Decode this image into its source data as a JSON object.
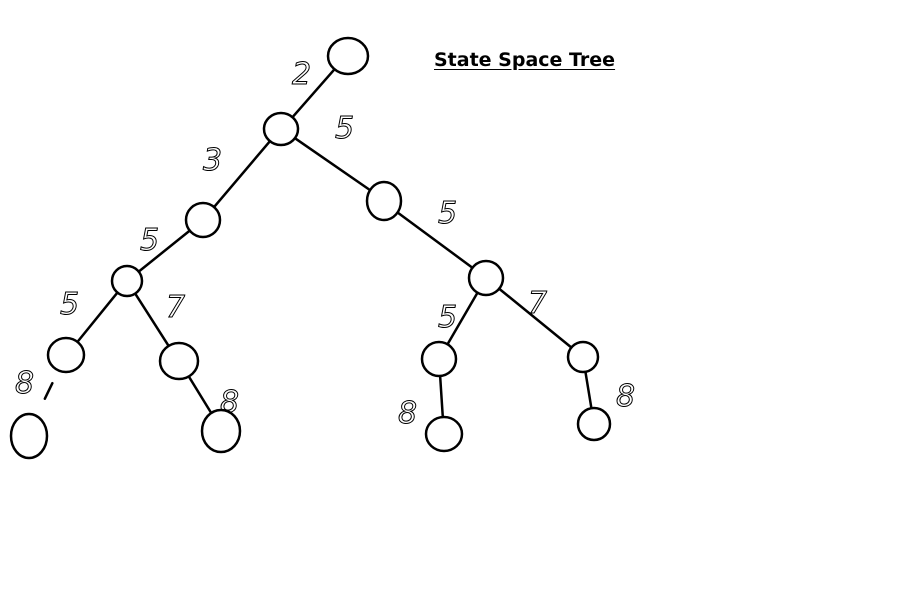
{
  "title": "State Space Tree",
  "colors": {
    "background": "#ffffff",
    "ink": "#000000"
  },
  "nodes": [
    {
      "id": "root"
    },
    {
      "id": "l1"
    },
    {
      "id": "r1"
    },
    {
      "id": "l2"
    },
    {
      "id": "r2"
    },
    {
      "id": "l3"
    },
    {
      "id": "l4a"
    },
    {
      "id": "l4b"
    },
    {
      "id": "r4a"
    },
    {
      "id": "r4b"
    },
    {
      "id": "l5a"
    },
    {
      "id": "l5b"
    },
    {
      "id": "r5a"
    },
    {
      "id": "r5b"
    }
  ],
  "edges": [
    {
      "from": "root",
      "to": "l1",
      "label": "2"
    },
    {
      "from": "l1",
      "to": "r1",
      "label": "5"
    },
    {
      "from": "l1",
      "to": "l2",
      "label": "3"
    },
    {
      "from": "r1",
      "to": "r2",
      "label": "5"
    },
    {
      "from": "l2",
      "to": "l3",
      "label": "5"
    },
    {
      "from": "l3",
      "to": "l4a",
      "label": "5"
    },
    {
      "from": "l3",
      "to": "l4b",
      "label": "7"
    },
    {
      "from": "r2",
      "to": "r4a",
      "label": "5"
    },
    {
      "from": "r2",
      "to": "r4b",
      "label": "7"
    },
    {
      "from": "l4a",
      "to": "l5a",
      "label": "8"
    },
    {
      "from": "l4b",
      "to": "l5b",
      "label": "8"
    },
    {
      "from": "r4a",
      "to": "r5a",
      "label": "8"
    },
    {
      "from": "r4b",
      "to": "r5b",
      "label": "8"
    }
  ]
}
